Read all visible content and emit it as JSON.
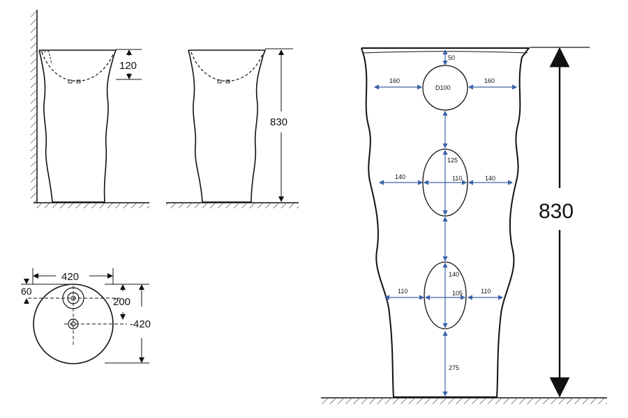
{
  "side_view": {
    "depth": "120"
  },
  "front_view": {
    "height": "830"
  },
  "top_view": {
    "width": "420",
    "depth": "420",
    "tap_offset": "60",
    "drain_offset": "200"
  },
  "detail_view": {
    "height": "830",
    "top_gap": "50",
    "circle_label": "D100",
    "circle_left": "160",
    "circle_right": "160",
    "oval1_height": "125",
    "oval1_width": "110",
    "oval1_left": "140",
    "oval1_right": "140",
    "oval2_height": "140",
    "oval2_width": "105",
    "oval2_left": "110",
    "oval2_right": "110",
    "bottom_gap": "275"
  },
  "colors": {
    "line": "#111111",
    "dimension_arrow": "#3a64a8"
  }
}
